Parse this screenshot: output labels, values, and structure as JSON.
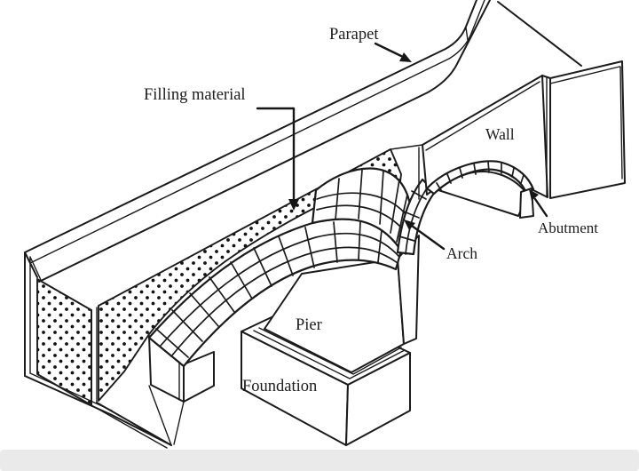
{
  "diagram": {
    "labels": {
      "parapet": "Parapet",
      "filling_material": "Filling material",
      "wall": "Wall",
      "abutment": "Abutment",
      "arch": "Arch",
      "pier": "Pier",
      "foundation": "Foundation"
    }
  },
  "colors": {
    "line": "#1b1b1b",
    "background": "#ffffff",
    "scrollbar_track": "#eaeaea"
  }
}
